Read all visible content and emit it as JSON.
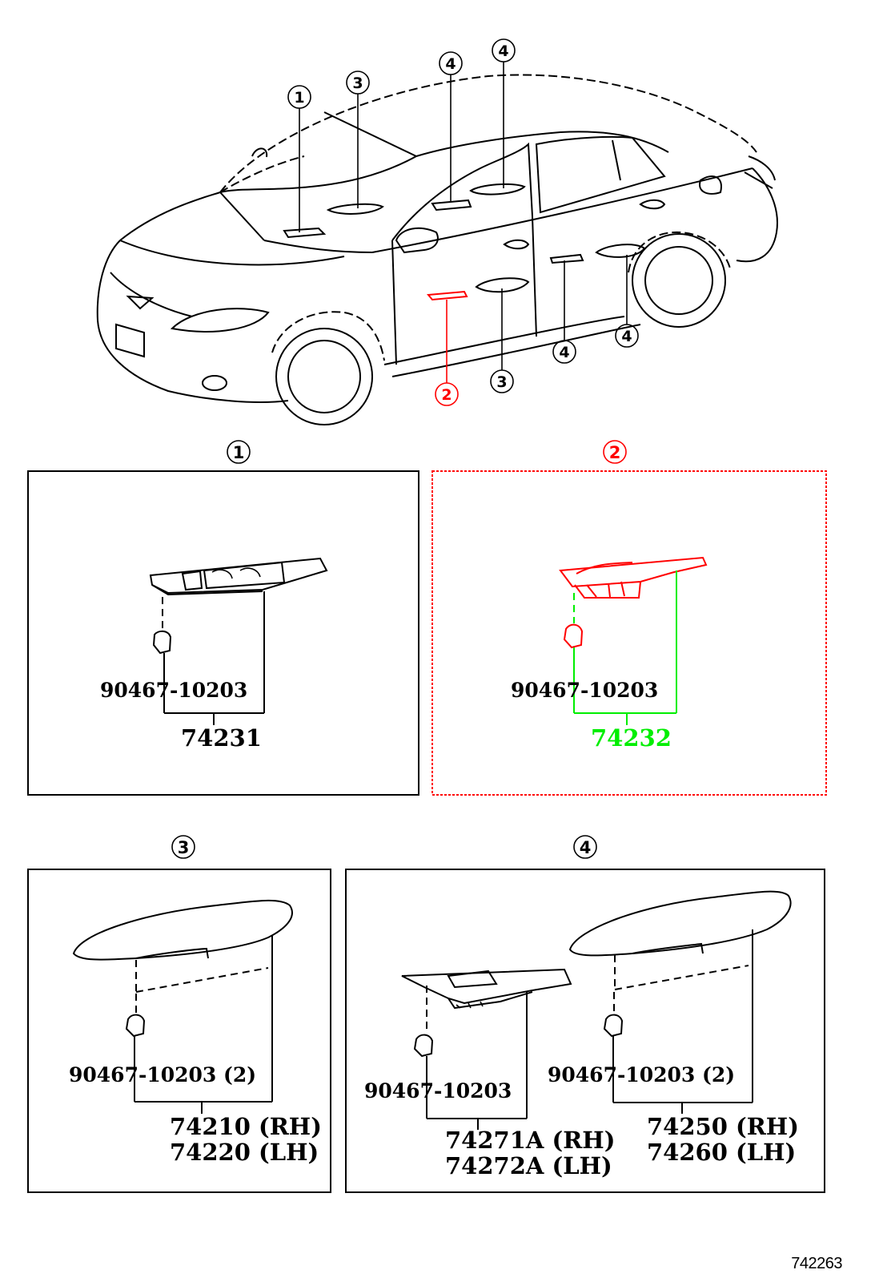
{
  "colors": {
    "normal": "#000000",
    "highlight_red": "#ff0000",
    "highlight_green": "#00ee00"
  },
  "overview": {
    "callouts": [
      "1",
      "3",
      "4",
      "4",
      "2",
      "3",
      "4",
      "4"
    ]
  },
  "panels": [
    {
      "number": "1",
      "clip_part": "90467-10203",
      "assembly": [
        "74231"
      ]
    },
    {
      "number": "2",
      "clip_part": "90467-10203",
      "assembly": [
        "74232"
      ]
    },
    {
      "number": "3",
      "clip_part": "90467-10203 (2)",
      "assembly": [
        "74210 (RH)",
        "74220 (LH)"
      ]
    },
    {
      "number": "4",
      "clip_part_a": "90467-10203",
      "assembly_a": [
        "74271A (RH)",
        "74272A (LH)"
      ],
      "clip_part_b": "90467-10203 (2)",
      "assembly_b": [
        "74250 (RH)",
        "74260 (LH)"
      ]
    }
  ],
  "illustration_code": "742263"
}
